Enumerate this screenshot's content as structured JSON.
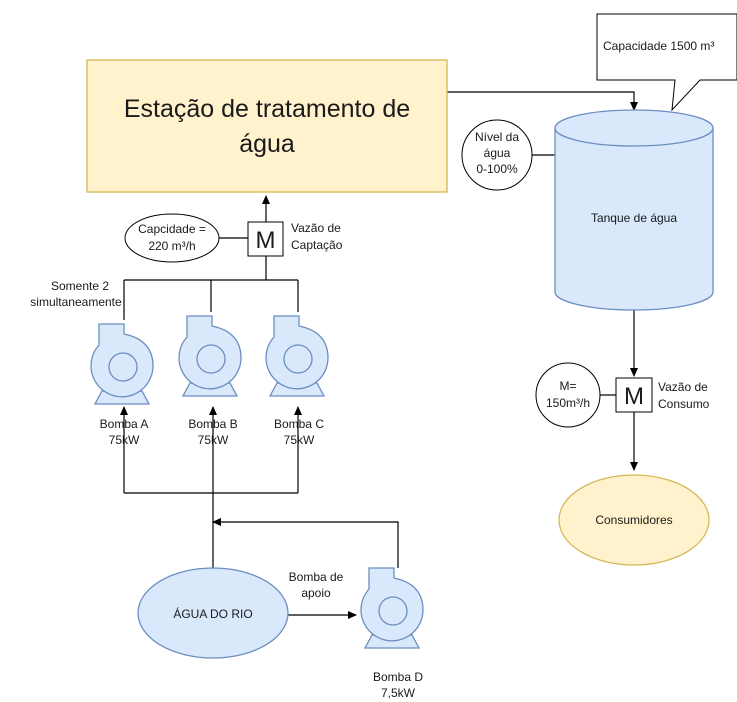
{
  "treatment_station": {
    "label_line1": "Estação de tratamento de",
    "label_line2": "água"
  },
  "capacity_callout": {
    "label": "Capacidade 1500 m³"
  },
  "water_tank": {
    "label": "Tanque de água"
  },
  "level_indicator": {
    "line1": "Nível da",
    "line2": "água",
    "line3": "0-100%"
  },
  "intake_meter": {
    "symbol": "M",
    "label_line1": "Vazão de",
    "label_line2": "Captação"
  },
  "intake_capacity": {
    "line1": "Capcidade =",
    "line2": "220 m³/h"
  },
  "pump_note": {
    "line1": "Somente 2",
    "line2": "simultaneamente"
  },
  "pumps": [
    {
      "name": "Bomba A",
      "power": "75kW"
    },
    {
      "name": "Bomba B",
      "power": "75kW"
    },
    {
      "name": "Bomba C",
      "power": "75kW"
    },
    {
      "name": "Bomba D",
      "power": "7,5kW"
    }
  ],
  "support_pump_label": {
    "line1": "Bomba de",
    "line2": "apoio"
  },
  "river": {
    "label": "ÁGUA DO RIO"
  },
  "consumption_meter": {
    "symbol": "M",
    "label_line1": "Vazão de",
    "label_line2": "Consumo"
  },
  "consumption_rate": {
    "line1": "M=",
    "line2": "150m³/h"
  },
  "consumers": {
    "label": "Consumidores"
  },
  "colors": {
    "station_fill": "#fff2cc",
    "station_stroke": "#d6b656",
    "pump_fill": "#dae8fc",
    "pump_stroke": "#6c8ebf"
  }
}
